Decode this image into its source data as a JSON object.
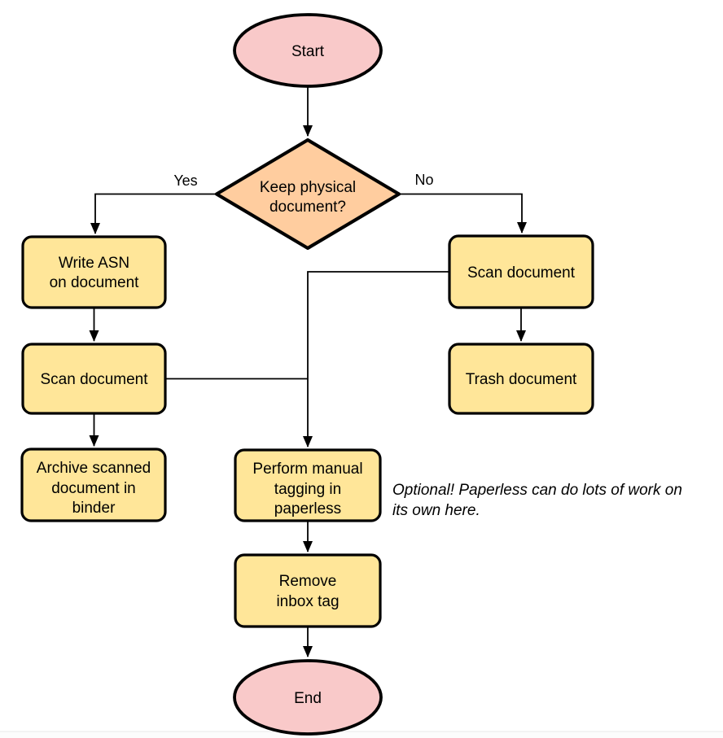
{
  "canvas": {
    "width": "888",
    "height": "907",
    "background": "#ffffff"
  },
  "colors": {
    "terminator_fill": "#F9C9C9",
    "decision_fill": "#FFCD9F",
    "process_fill": "#FFE699",
    "stroke": "#000000",
    "divider": "#eaeaea",
    "footer_strip": "#fcfcfc"
  },
  "nodes": {
    "start": {
      "label": "Start"
    },
    "decision": {
      "line1": "Keep physical",
      "line2": "document?"
    },
    "write_asn": {
      "line1": "Write ASN",
      "line2": "on document"
    },
    "scan_left": {
      "label": "Scan document"
    },
    "archive": {
      "line1": "Archive scanned",
      "line2": "document in",
      "line3": "binder"
    },
    "scan_right": {
      "label": "Scan document"
    },
    "trash": {
      "label": "Trash document"
    },
    "tagging": {
      "line1": "Perform manual",
      "line2": "tagging in",
      "line3": "paperless"
    },
    "remove_inbox": {
      "line1": "Remove",
      "line2": "inbox tag"
    },
    "end": {
      "label": "End"
    }
  },
  "edge_labels": {
    "yes": "Yes",
    "no": "No"
  },
  "note": {
    "line1": "Optional! Paperless can do lots of work on",
    "line2": "its own here."
  }
}
